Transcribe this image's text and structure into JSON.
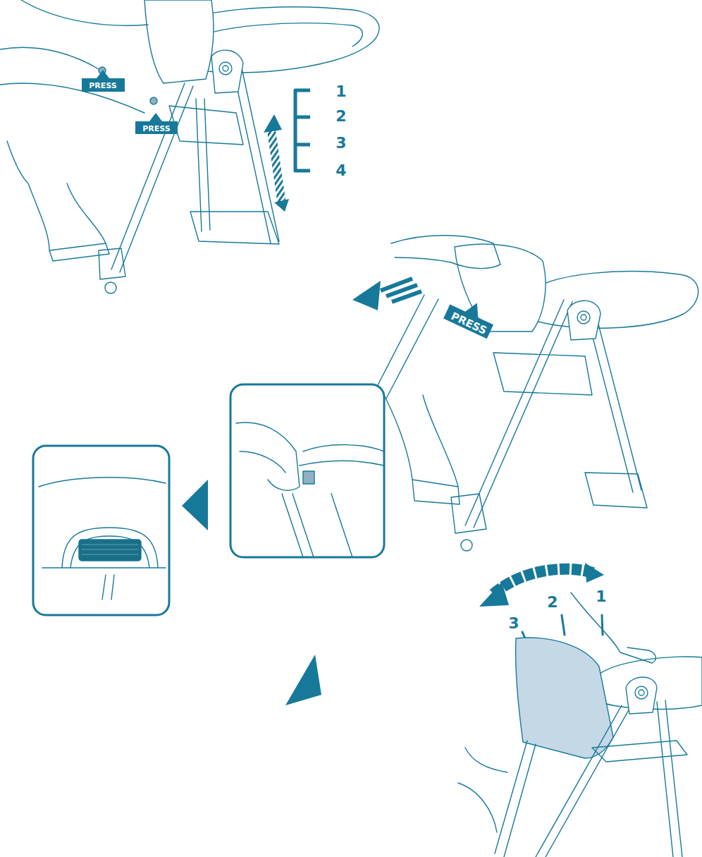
{
  "diagram": {
    "labels": [
      "PRESS",
      "PRESS",
      "1",
      "2",
      "3",
      "4",
      "PRESS",
      "2",
      "1",
      "3"
    ]
  }
}
